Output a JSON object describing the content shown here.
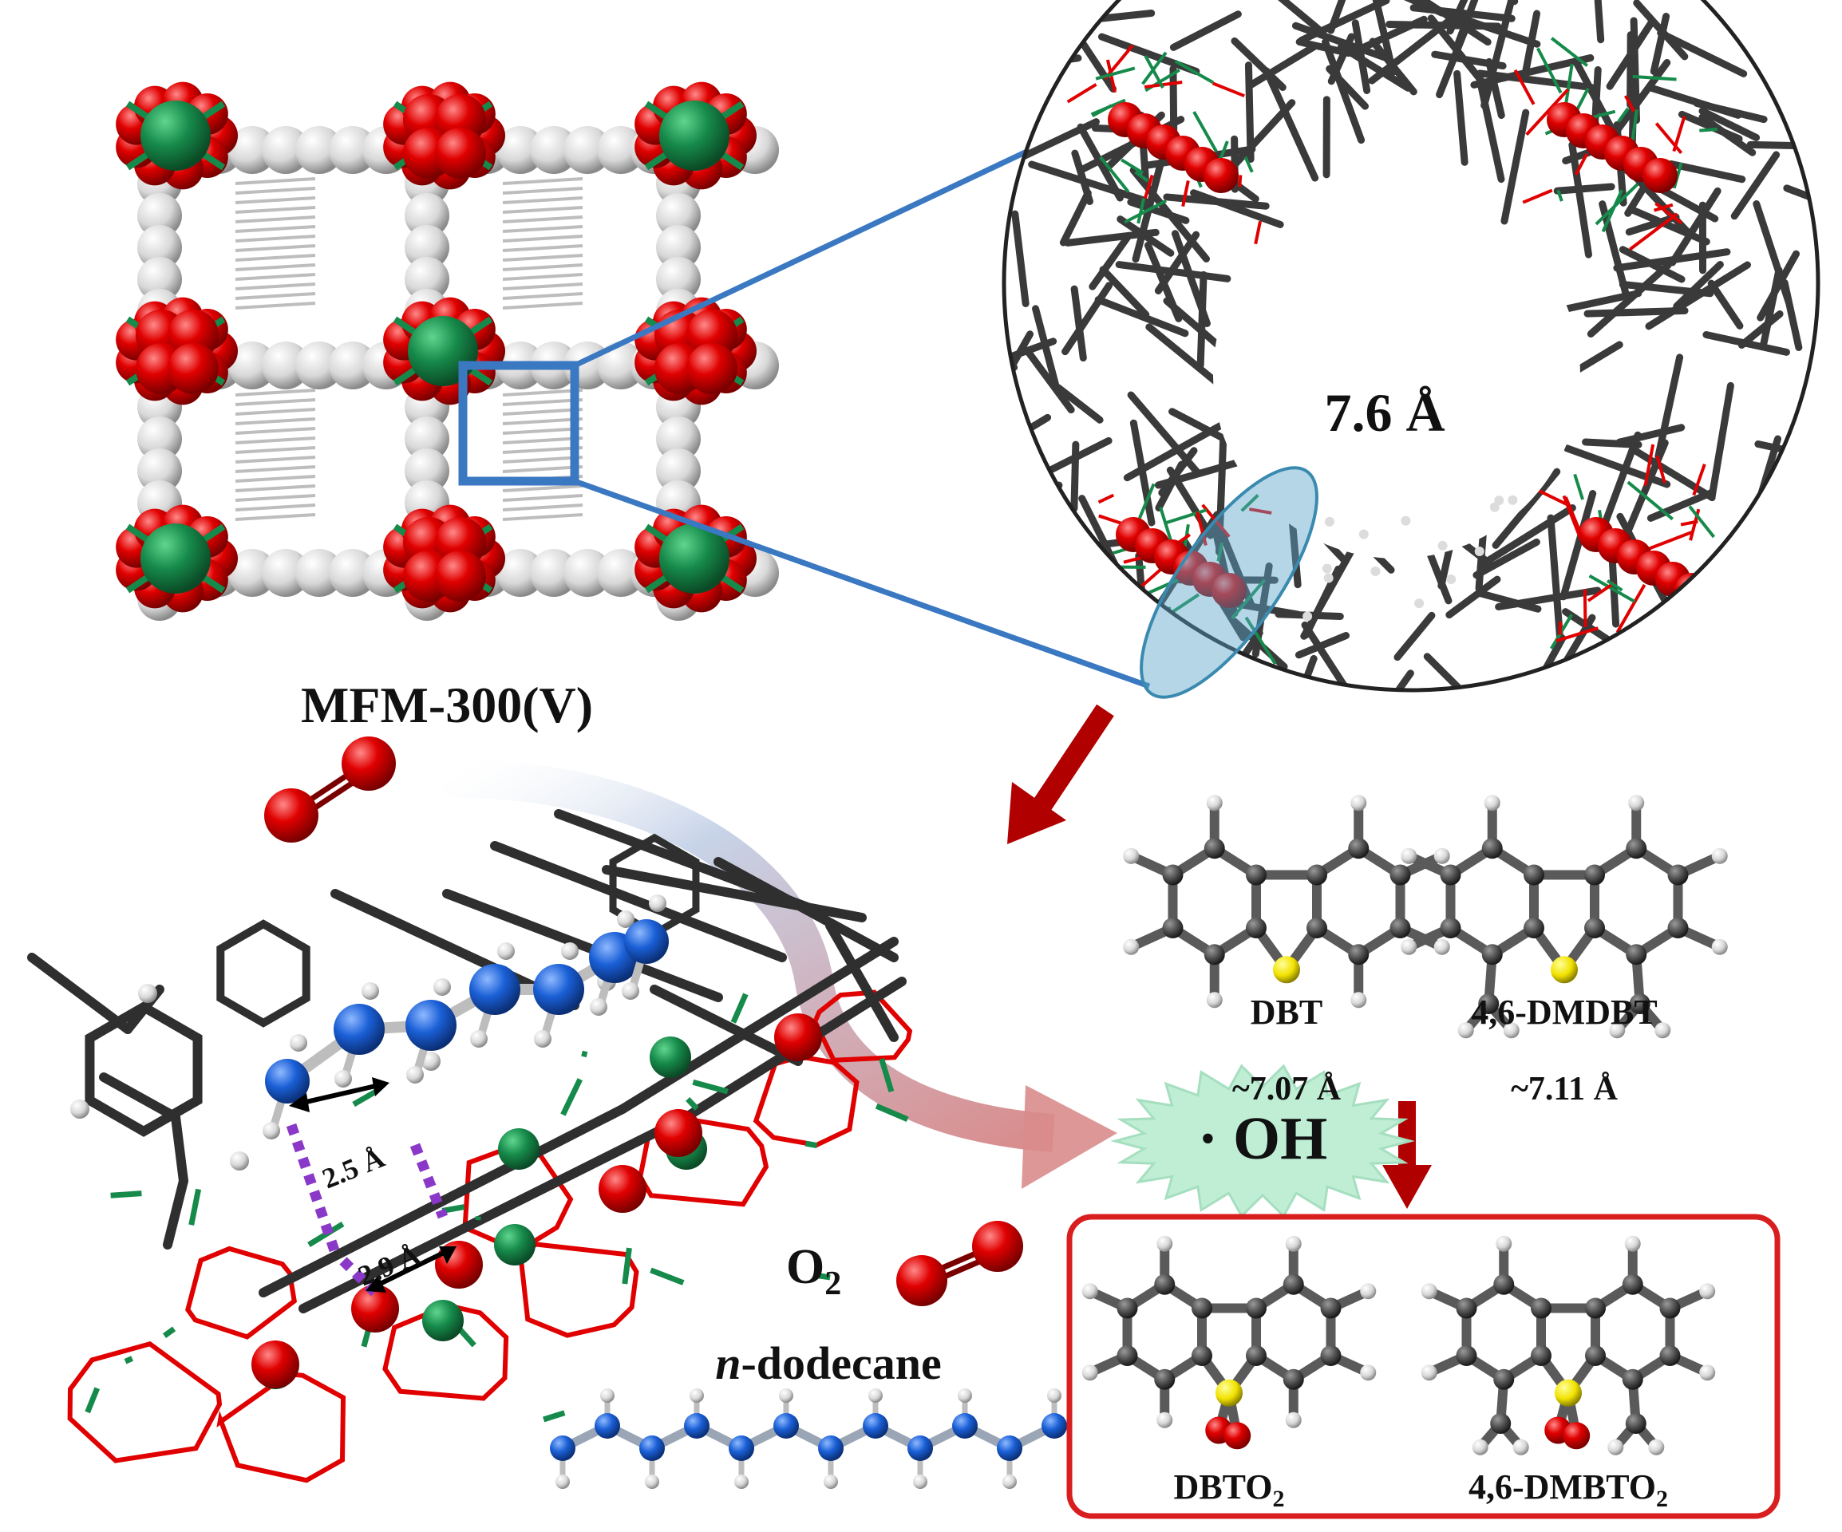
{
  "labels": {
    "framework": "MFM-300(V)",
    "pore_size": "7.6 Å",
    "dbt": "DBT",
    "dbt_size": "~7.07 Å",
    "dmdbt": "4,6-DMDBT",
    "dmdbt_size": "~7.11 Å",
    "radical": "· OH",
    "oxygen_main": "O",
    "oxygen_sub": "2",
    "solvent_italic": "n",
    "solvent_rest": "-dodecane",
    "dist_1": "2.5 Å",
    "dist_2": "2.9 Å",
    "product_1_main": "DBTO",
    "product_1_sub": "2",
    "product_2_main": "4,6-DMBTO",
    "product_2_sub": "2"
  },
  "colors": {
    "oxygen_red": "#e00000",
    "vanadium_green": "#168a4a",
    "carbon_gray": "#3a3a3a",
    "hydrogen_white": "#e6e6e6",
    "nitrogen_blue": "#1a5fd6",
    "sulfur_yellow": "#f2e200",
    "zoom_blue": "#3a78c2",
    "arrow_red": "#b00000",
    "product_box_red": "#d81e1e",
    "burst_mint": "#bfeed4",
    "curve_pink": "#d98c8c"
  }
}
